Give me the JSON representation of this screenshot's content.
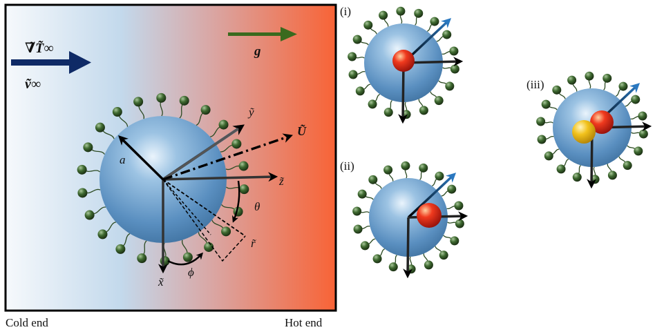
{
  "main_panel": {
    "cold_caption": "Cold end",
    "hot_caption": "Hot end",
    "gradient_label": "∇̃T̃∞",
    "velocity_label": "ṽ∞",
    "gravity_label": "g",
    "radius_label": "a",
    "velocity_U_label": "Ũ",
    "axis_y_label": "ỹ",
    "axis_z_label": "z̃",
    "axis_x_label": "x̃",
    "axis_r_label": "r̃",
    "angle_theta_label": "θ",
    "angle_phi_label": "ϕ"
  },
  "insets": [
    {
      "label": "(i)"
    },
    {
      "label": "(ii)"
    },
    {
      "label": "(iii)"
    }
  ],
  "colors": {
    "cold": "#f4f7fb",
    "mid": "#c6dced",
    "hot": "#f7683b",
    "droplet": "#5e97c6",
    "ligand": "#335028",
    "arrow_flow": "#0f2a66",
    "arrow_gravity": "#3a6a1e",
    "particle_red": "#e0201a",
    "particle_yellow": "#f0c020"
  }
}
